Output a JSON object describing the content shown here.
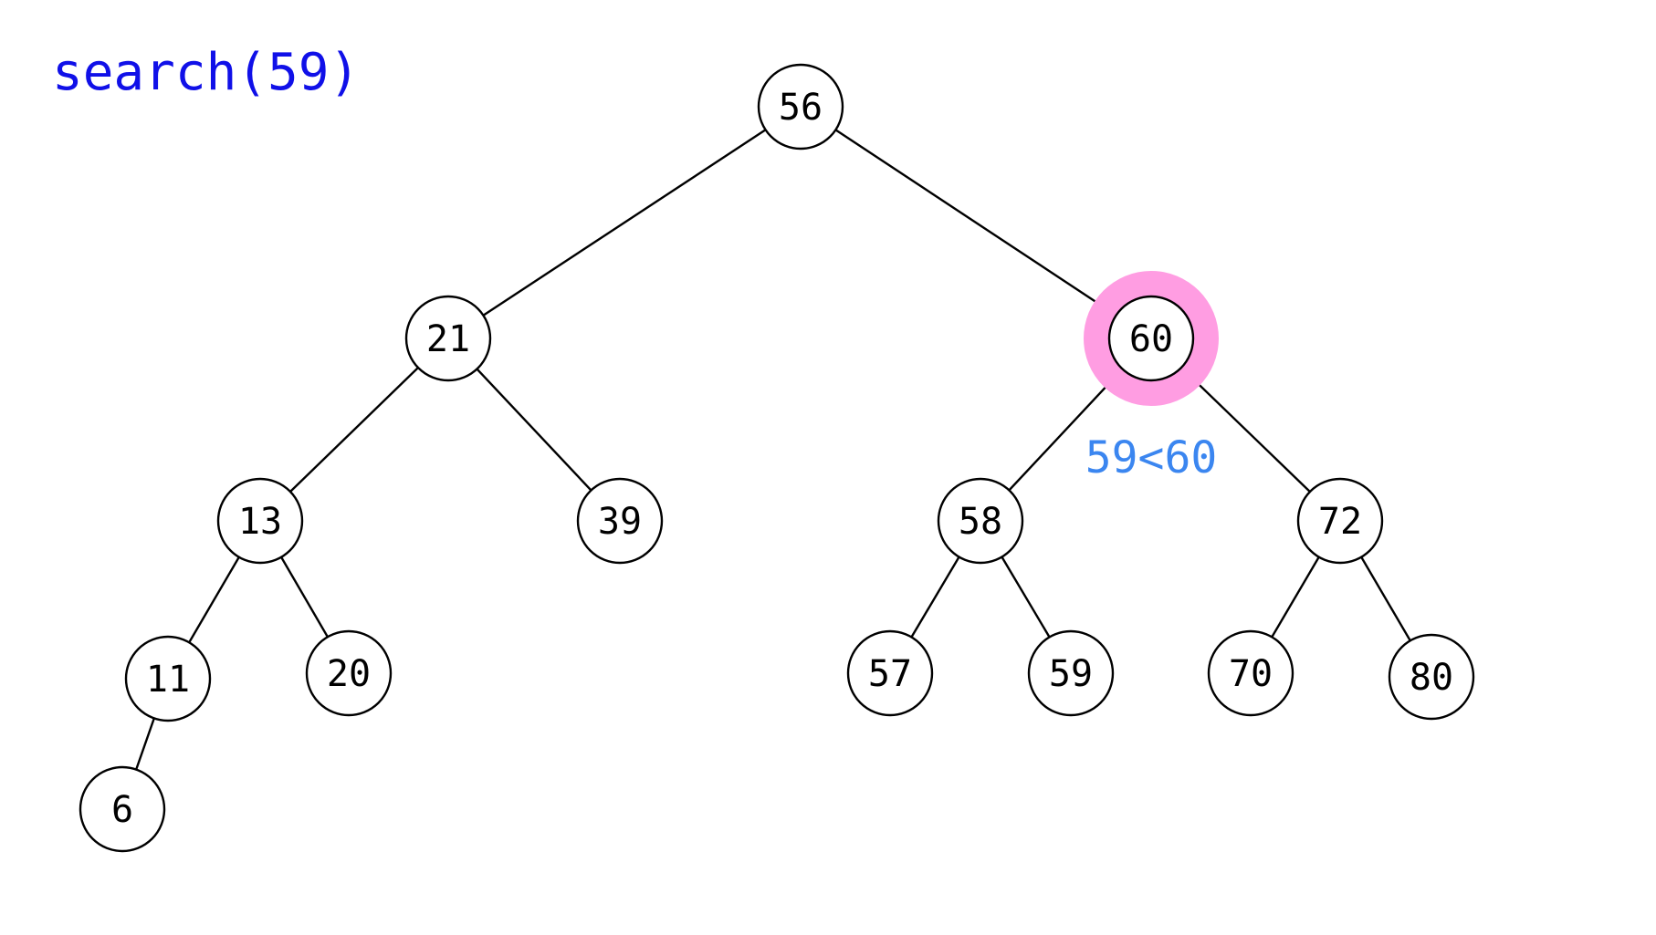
{
  "title": "search(59)",
  "comparison_note": "59<60",
  "colors": {
    "title": "#1010e8",
    "comparison": "#3b86f0",
    "highlight": "#ff9de2",
    "node_stroke": "#000000",
    "node_fill": "#ffffff"
  },
  "tree": {
    "highlighted": "60",
    "nodes": [
      {
        "id": "56",
        "label": "56"
      },
      {
        "id": "21",
        "label": "21"
      },
      {
        "id": "60",
        "label": "60"
      },
      {
        "id": "13",
        "label": "13"
      },
      {
        "id": "39",
        "label": "39"
      },
      {
        "id": "58",
        "label": "58"
      },
      {
        "id": "72",
        "label": "72"
      },
      {
        "id": "11",
        "label": "11"
      },
      {
        "id": "20",
        "label": "20"
      },
      {
        "id": "57",
        "label": "57"
      },
      {
        "id": "59",
        "label": "59"
      },
      {
        "id": "70",
        "label": "70"
      },
      {
        "id": "80",
        "label": "80"
      },
      {
        "id": "6",
        "label": "6"
      }
    ],
    "edges": [
      [
        "56",
        "21"
      ],
      [
        "56",
        "60"
      ],
      [
        "21",
        "13"
      ],
      [
        "21",
        "39"
      ],
      [
        "60",
        "58"
      ],
      [
        "60",
        "72"
      ],
      [
        "13",
        "11"
      ],
      [
        "13",
        "20"
      ],
      [
        "58",
        "57"
      ],
      [
        "58",
        "59"
      ],
      [
        "72",
        "70"
      ],
      [
        "72",
        "80"
      ],
      [
        "11",
        "6"
      ]
    ]
  }
}
